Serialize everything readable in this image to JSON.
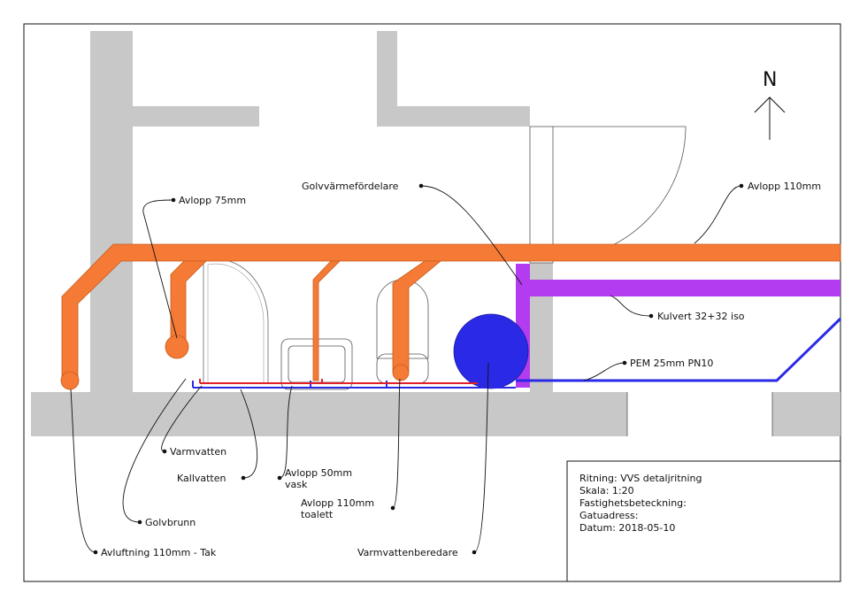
{
  "north": "N",
  "labels": {
    "avlopp_75": "Avlopp 75mm",
    "golvvarmefordelare": "Golvvärmefördelare",
    "avlopp_110": "Avlopp 110mm",
    "kulvert": "Kulvert 32+32 iso",
    "pem": "PEM 25mm PN10",
    "varmvatten": "Varmvatten",
    "kallvatten": "Kallvatten",
    "avlopp_50_line1": "Avlopp 50mm",
    "avlopp_50_line2": "vask",
    "avlopp_110_toalett_line1": "Avlopp 110mm",
    "avlopp_110_toalett_line2": "toalett",
    "golvbrunn": "Golvbrunn",
    "avluftning": "Avluftning 110mm - Tak",
    "varmvattenberedare": "Varmvattenberedare"
  },
  "title_block": {
    "ritning": "Ritning: VVS detaljritning",
    "skala": "Skala: 1:20",
    "fastighet": "Fastighetsbeteckning:",
    "gatuadress": "Gatuadress:",
    "datum": "Datum: 2018-05-10"
  },
  "colors": {
    "wall": "#c8c8c8",
    "drain_pipe": "#f47a35",
    "drain_pipe_edge": "#c85a1a",
    "heat_distributor": "#b43cf0",
    "water_heater": "#2a2ae6",
    "hot_water": "#e0202a",
    "cold_water": "#2a2ae6"
  }
}
